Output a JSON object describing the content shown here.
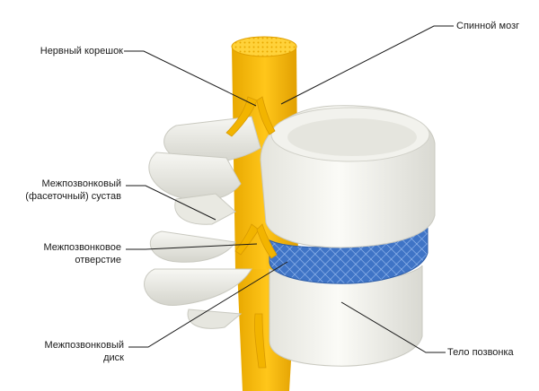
{
  "labels": {
    "spinal_cord": "Спинной мозг",
    "nerve_root": "Нервный корешок",
    "facet_joint_line1": "Межпозвонковый",
    "facet_joint_line2": "(фасеточный) сустав",
    "foramen_line1": "Межпозвонковое",
    "foramen_line2": "отверстие",
    "disc_line1": "Межпозвонковый",
    "disc_line2": "диск",
    "vertebral_body": "Тело позвонка"
  },
  "colors": {
    "bone": "#f1f1ec",
    "bone_shade": "#d6d6cf",
    "nerve": "#f2b400",
    "nerve_dark": "#d99a00",
    "disc": "#3f74c6",
    "disc_mesh": "#8fb3ea"
  }
}
